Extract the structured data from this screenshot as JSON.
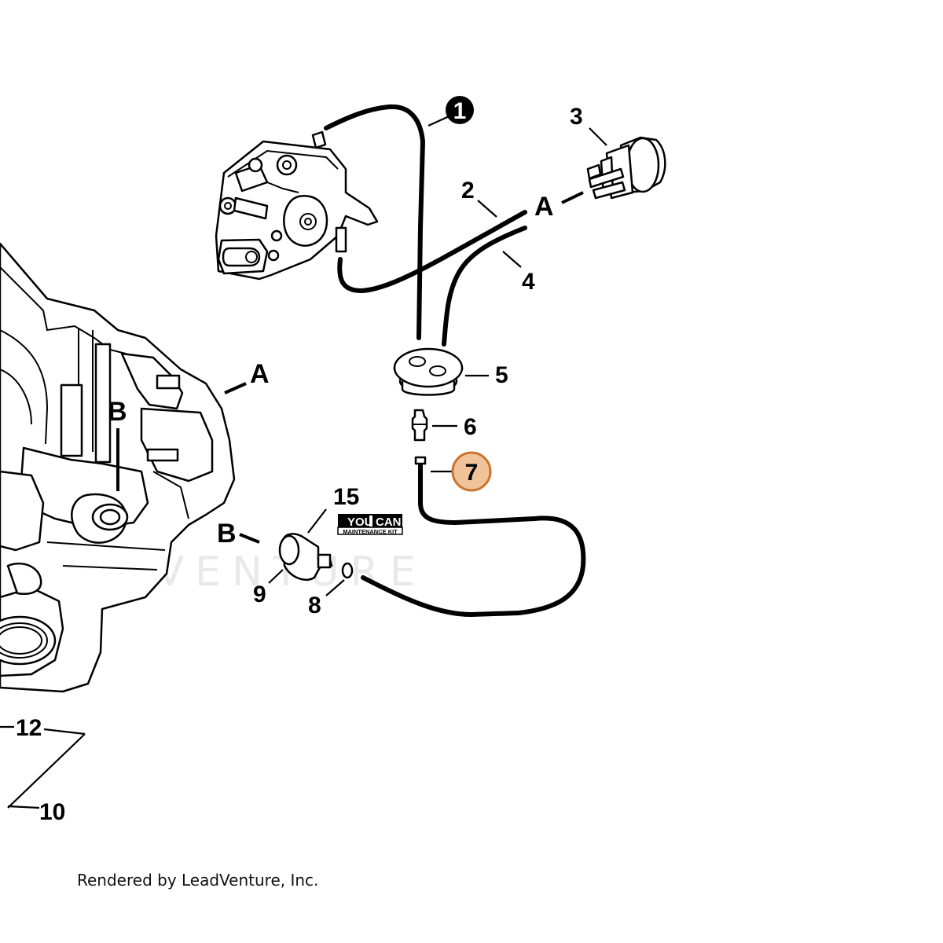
{
  "callouts": {
    "c1": "1",
    "c2": "2",
    "c3": "3",
    "c4": "4",
    "c5": "5",
    "c6": "6",
    "c7": "7",
    "c8": "8",
    "c9": "9",
    "c10": "10",
    "c12": "12",
    "c15": "15"
  },
  "connection_labels": {
    "a_upper": "A",
    "a_housing": "A",
    "b_housing": "B",
    "b_filter": "B"
  },
  "kit_badge": {
    "line1_left": "YOU",
    "line1_right": "CAN",
    "line2": "MAINTENANCE KIT"
  },
  "highlight": {
    "part": "7",
    "color": "#f0c39a",
    "border": "#c8742f"
  },
  "watermark": "LEADVENTURE",
  "footer": "Rendered by LeadVenture, Inc."
}
